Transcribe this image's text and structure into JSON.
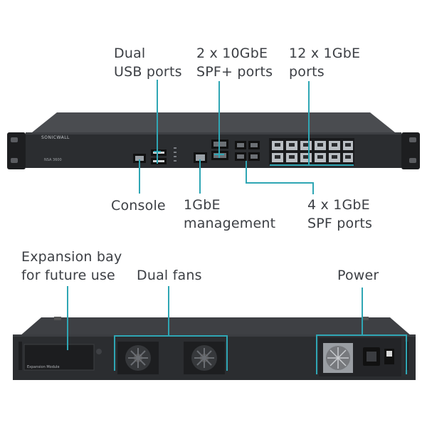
{
  "front_panel": {
    "brand": "SONICWALL",
    "model": "NSA 3600",
    "callouts": {
      "usb": "Dual\nUSB ports",
      "sfp_plus": "2 x 10GbE\nSPF+ ports",
      "gbe": "12 x 1GbE\nports",
      "console": "Console",
      "mgmt": "1GbE\nmanagement",
      "sfp": "4 x 1GbE\nSPF ports"
    }
  },
  "rear_panel": {
    "expansion_module": "Expansion Module",
    "callouts": {
      "expansion": "Expansion bay\nfor future use",
      "fans": "Dual fans",
      "power": "Power"
    }
  },
  "colors": {
    "callout": "#2fa6b4",
    "chassis": "#2b2d30",
    "text": "#3c3f44"
  }
}
